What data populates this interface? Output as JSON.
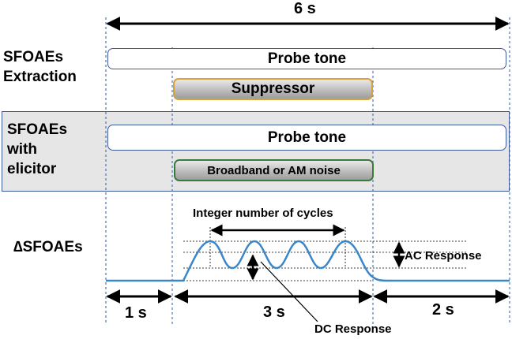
{
  "total_duration": "6 s",
  "rows": {
    "extraction": {
      "label_line1": "SFOAEs",
      "label_line2": "Extraction",
      "probe": "Probe tone",
      "suppressor": "Suppressor"
    },
    "elicitor": {
      "label_line1": "SFOAEs",
      "label_line2": "with",
      "label_line3": "elicitor",
      "probe": "Probe tone",
      "noise": "Broadband or AM noise"
    },
    "delta": {
      "label": "∆SFOAEs",
      "cycles": "Integer number of cycles",
      "ac_response": "AC Response",
      "dc_response": "DC Response"
    }
  },
  "segments": {
    "first": "1 s",
    "second": "3 s",
    "third": "2 s"
  },
  "colors": {
    "frame": "#3a5a99",
    "waveform": "#3a86c8",
    "suppressor_border": "#d9a13a",
    "noise_border": "#3c7a3c",
    "panel_fill": "#e6e6e6"
  }
}
